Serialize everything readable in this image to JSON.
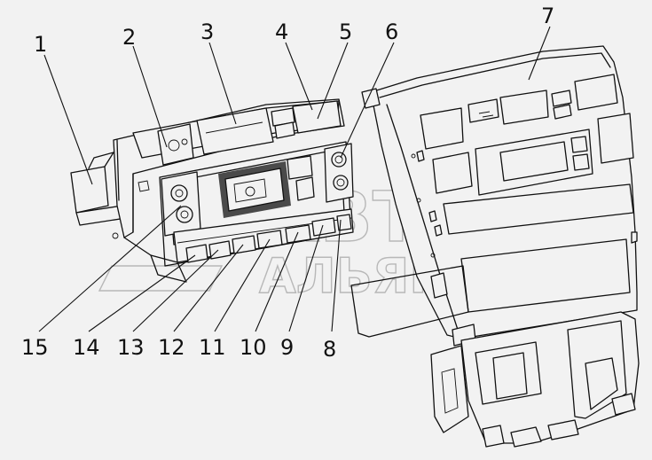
{
  "callouts": [
    {
      "id": "1",
      "label": "1"
    },
    {
      "id": "2",
      "label": "2"
    },
    {
      "id": "3",
      "label": "3"
    },
    {
      "id": "4",
      "label": "4"
    },
    {
      "id": "5",
      "label": "5"
    },
    {
      "id": "6",
      "label": "6"
    },
    {
      "id": "7",
      "label": "7"
    },
    {
      "id": "8",
      "label": "8"
    },
    {
      "id": "9",
      "label": "9"
    },
    {
      "id": "10",
      "label": "10"
    },
    {
      "id": "11",
      "label": "11"
    },
    {
      "id": "12",
      "label": "12"
    },
    {
      "id": "13",
      "label": "13"
    },
    {
      "id": "14",
      "label": "14"
    },
    {
      "id": "15",
      "label": "15"
    }
  ],
  "watermark": {
    "line1": "АВТО",
    "line2": "АЛЬЯНС"
  },
  "colors": {
    "background": "#f2f2f2",
    "line": "#111111",
    "watermark": "#b8b8b8"
  }
}
